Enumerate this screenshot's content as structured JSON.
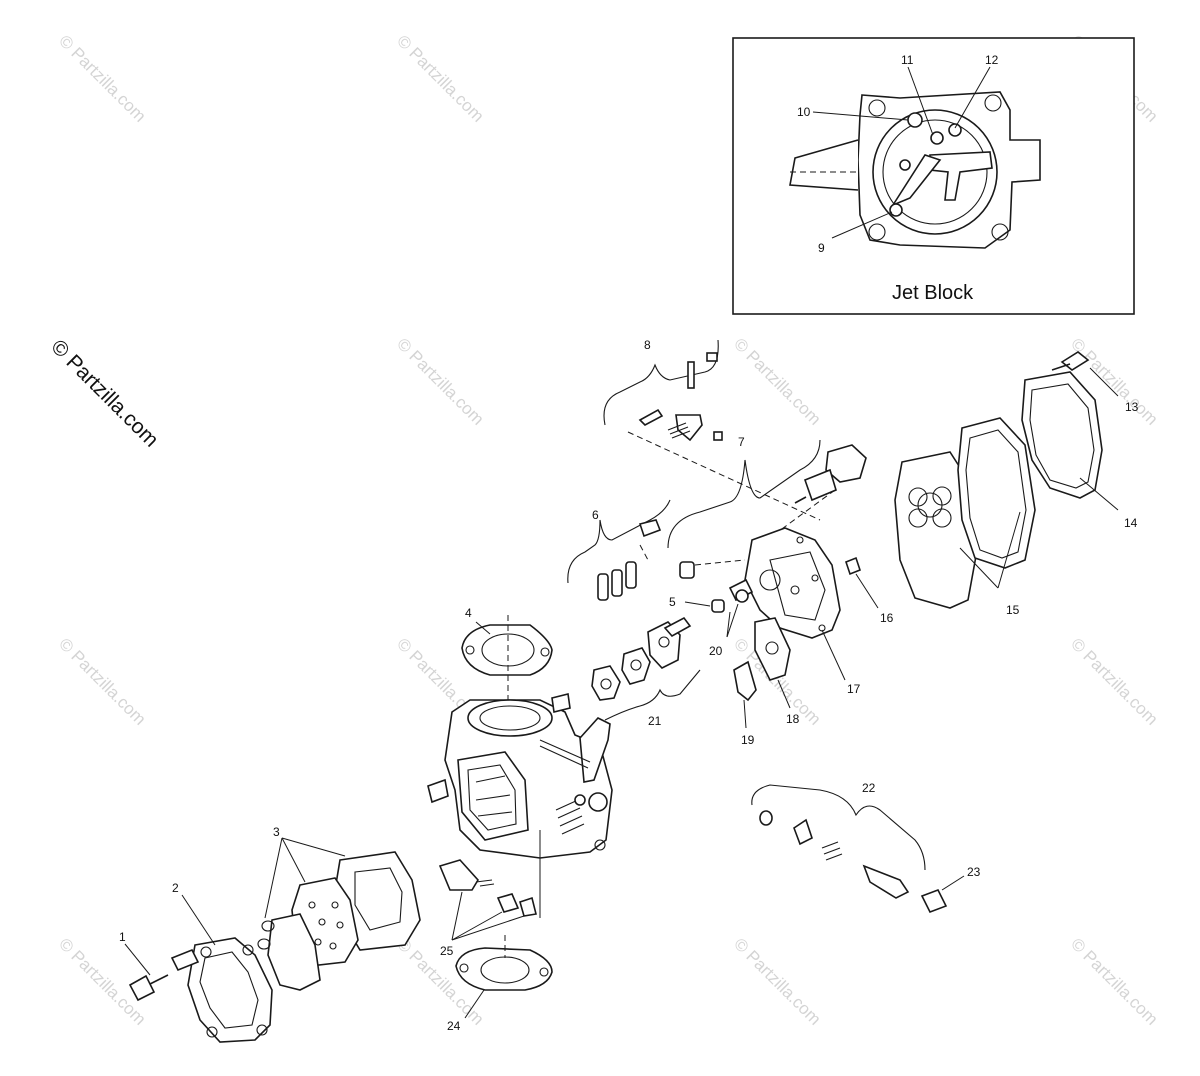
{
  "watermark": "© Partzilla.com",
  "side_credit": "© Partzilla.com",
  "inset": {
    "caption": "Jet Block"
  },
  "callouts": {
    "c1": "1",
    "c2": "2",
    "c3": "3",
    "c4": "4",
    "c5": "5",
    "c6": "6",
    "c7": "7",
    "c8": "8",
    "c9": "9",
    "c10": "10",
    "c11": "11",
    "c12": "12",
    "c13": "13",
    "c14": "14",
    "c15": "15",
    "c16": "16",
    "c17": "17",
    "c18": "18",
    "c19": "19",
    "c20": "20",
    "c21": "21",
    "c22": "22",
    "c23": "23",
    "c24": "24",
    "c25": "25"
  }
}
